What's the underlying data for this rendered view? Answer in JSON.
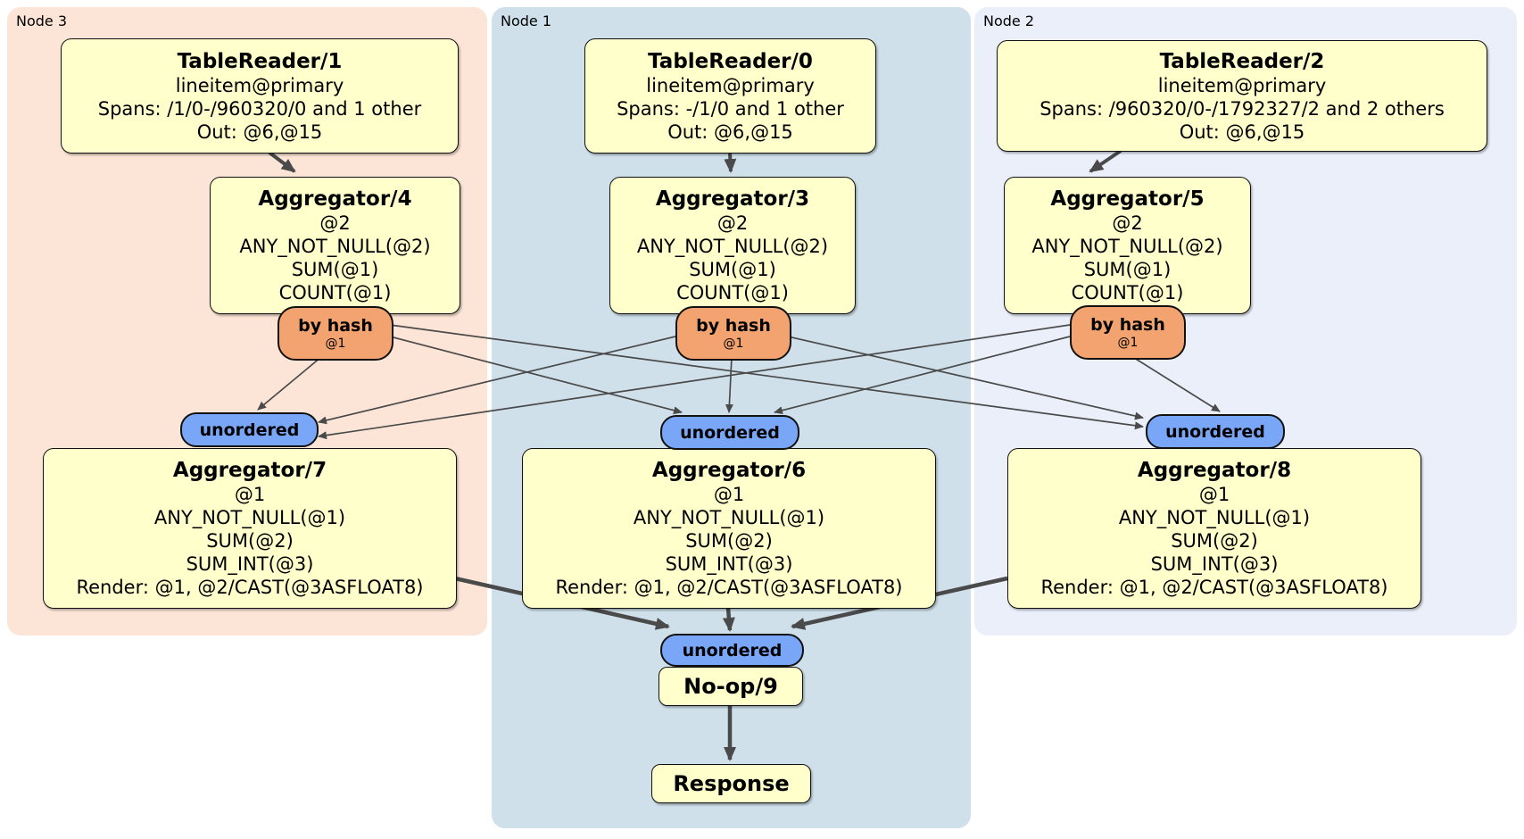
{
  "colors": {
    "node1_bg": "#cfe0ea",
    "node2_bg": "#eaeffa",
    "node3_bg": "#fce5d7",
    "processor_box_fill": "#ffffcc",
    "hash_router_fill": "#f2a36f",
    "stream_pill_fill": "#7aa6f8",
    "edge_color": "#4a4a4a",
    "border_color": "#111111"
  },
  "regions": {
    "node3": "Node 3",
    "node1": "Node 1",
    "node2": "Node 2"
  },
  "table_readers": {
    "tr1": {
      "title": "TableReader/1",
      "table": "lineitem@primary",
      "spans": "Spans: /1/0-/960320/0 and 1 other",
      "out": "Out: @6,@15"
    },
    "tr0": {
      "title": "TableReader/0",
      "table": "lineitem@primary",
      "spans": "Spans: -/1/0 and 1 other",
      "out": "Out: @6,@15"
    },
    "tr2": {
      "title": "TableReader/2",
      "table": "lineitem@primary",
      "spans": "Spans: /960320/0-/1792327/2 and 2 others",
      "out": "Out: @6,@15"
    }
  },
  "stage1_aggregators": {
    "agg4": {
      "title": "Aggregator/4",
      "lines": [
        "@2",
        "ANY_NOT_NULL(@2)",
        "SUM(@1)",
        "COUNT(@1)"
      ]
    },
    "agg3": {
      "title": "Aggregator/3",
      "lines": [
        "@2",
        "ANY_NOT_NULL(@2)",
        "SUM(@1)",
        "COUNT(@1)"
      ]
    },
    "agg5": {
      "title": "Aggregator/5",
      "lines": [
        "@2",
        "ANY_NOT_NULL(@2)",
        "SUM(@1)",
        "COUNT(@1)"
      ]
    }
  },
  "router": {
    "label": "by hash",
    "key": "@1"
  },
  "stream": {
    "label": "unordered"
  },
  "stage2_aggregators": {
    "agg7": {
      "title": "Aggregator/7",
      "lines": [
        "@1",
        "ANY_NOT_NULL(@1)",
        "SUM(@2)",
        "SUM_INT(@3)",
        "Render: @1, @2/CAST(@3ASFLOAT8)"
      ]
    },
    "agg6": {
      "title": "Aggregator/6",
      "lines": [
        "@1",
        "ANY_NOT_NULL(@1)",
        "SUM(@2)",
        "SUM_INT(@3)",
        "Render: @1, @2/CAST(@3ASFLOAT8)"
      ]
    },
    "agg8": {
      "title": "Aggregator/8",
      "lines": [
        "@1",
        "ANY_NOT_NULL(@1)",
        "SUM(@2)",
        "SUM_INT(@3)",
        "Render: @1, @2/CAST(@3ASFLOAT8)"
      ]
    }
  },
  "noop": {
    "title": "No-op/9"
  },
  "response": {
    "title": "Response"
  },
  "edges": {
    "reader_to_aggregator": [
      "TableReader/1 -> Aggregator/4",
      "TableReader/0 -> Aggregator/3",
      "TableReader/2 -> Aggregator/5"
    ],
    "hash_fanout": "each 'by hash @1' router fans out to all three 'unordered' synchronizers",
    "aggregator_to_final": [
      "Aggregator/7 -> unordered",
      "Aggregator/6 -> unordered",
      "Aggregator/8 -> unordered"
    ],
    "final_chain": [
      "unordered -> No-op/9",
      "No-op/9 -> Response"
    ]
  }
}
